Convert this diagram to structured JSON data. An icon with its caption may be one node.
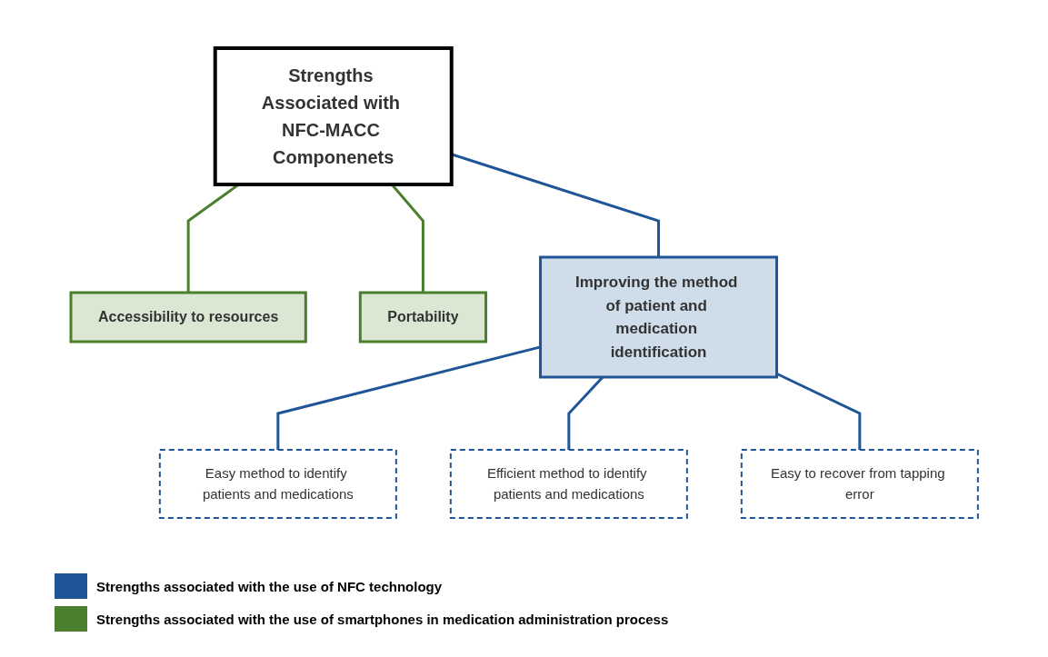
{
  "diagram": {
    "nodes": [
      {
        "text": [
          "Strengths Associated with NFC-MACC Componenets"
        ]
      },
      {
        "text": [
          "Accessibility to resources"
        ]
      },
      {
        "text": [
          "Portability"
        ]
      },
      {
        "text": [
          "Improving the method of patient and medication identification"
        ]
      },
      {
        "text": [
          "Easy method to identify patients and medications"
        ]
      },
      {
        "text": [
          "Efficient method to identify patients and medications"
        ]
      },
      {
        "text": [
          "Easy to recover from tapping error"
        ]
      }
    ],
    "edges": [
      {
        "from": 0,
        "to": 1,
        "arrow": "none",
        "color": "#4a7f2e"
      },
      {
        "from": 0,
        "to": 2,
        "arrow": "none",
        "color": "#4a7f2e"
      },
      {
        "from": 0,
        "to": 3,
        "arrow": "none"
      },
      {
        "from": 3,
        "to": 4,
        "arrow": "none"
      },
      {
        "from": 3,
        "to": 5,
        "arrow": "none"
      },
      {
        "from": 3,
        "to": 6,
        "arrow": "none"
      }
    ],
    "legend": [
      {
        "text": "Strengths  associated with the use of NFC technology",
        "color": "#1f5597"
      },
      {
        "text": "Strengths  associated with the use of smartphones in medication administration process",
        "color": "#4a7f2e"
      }
    ]
  }
}
